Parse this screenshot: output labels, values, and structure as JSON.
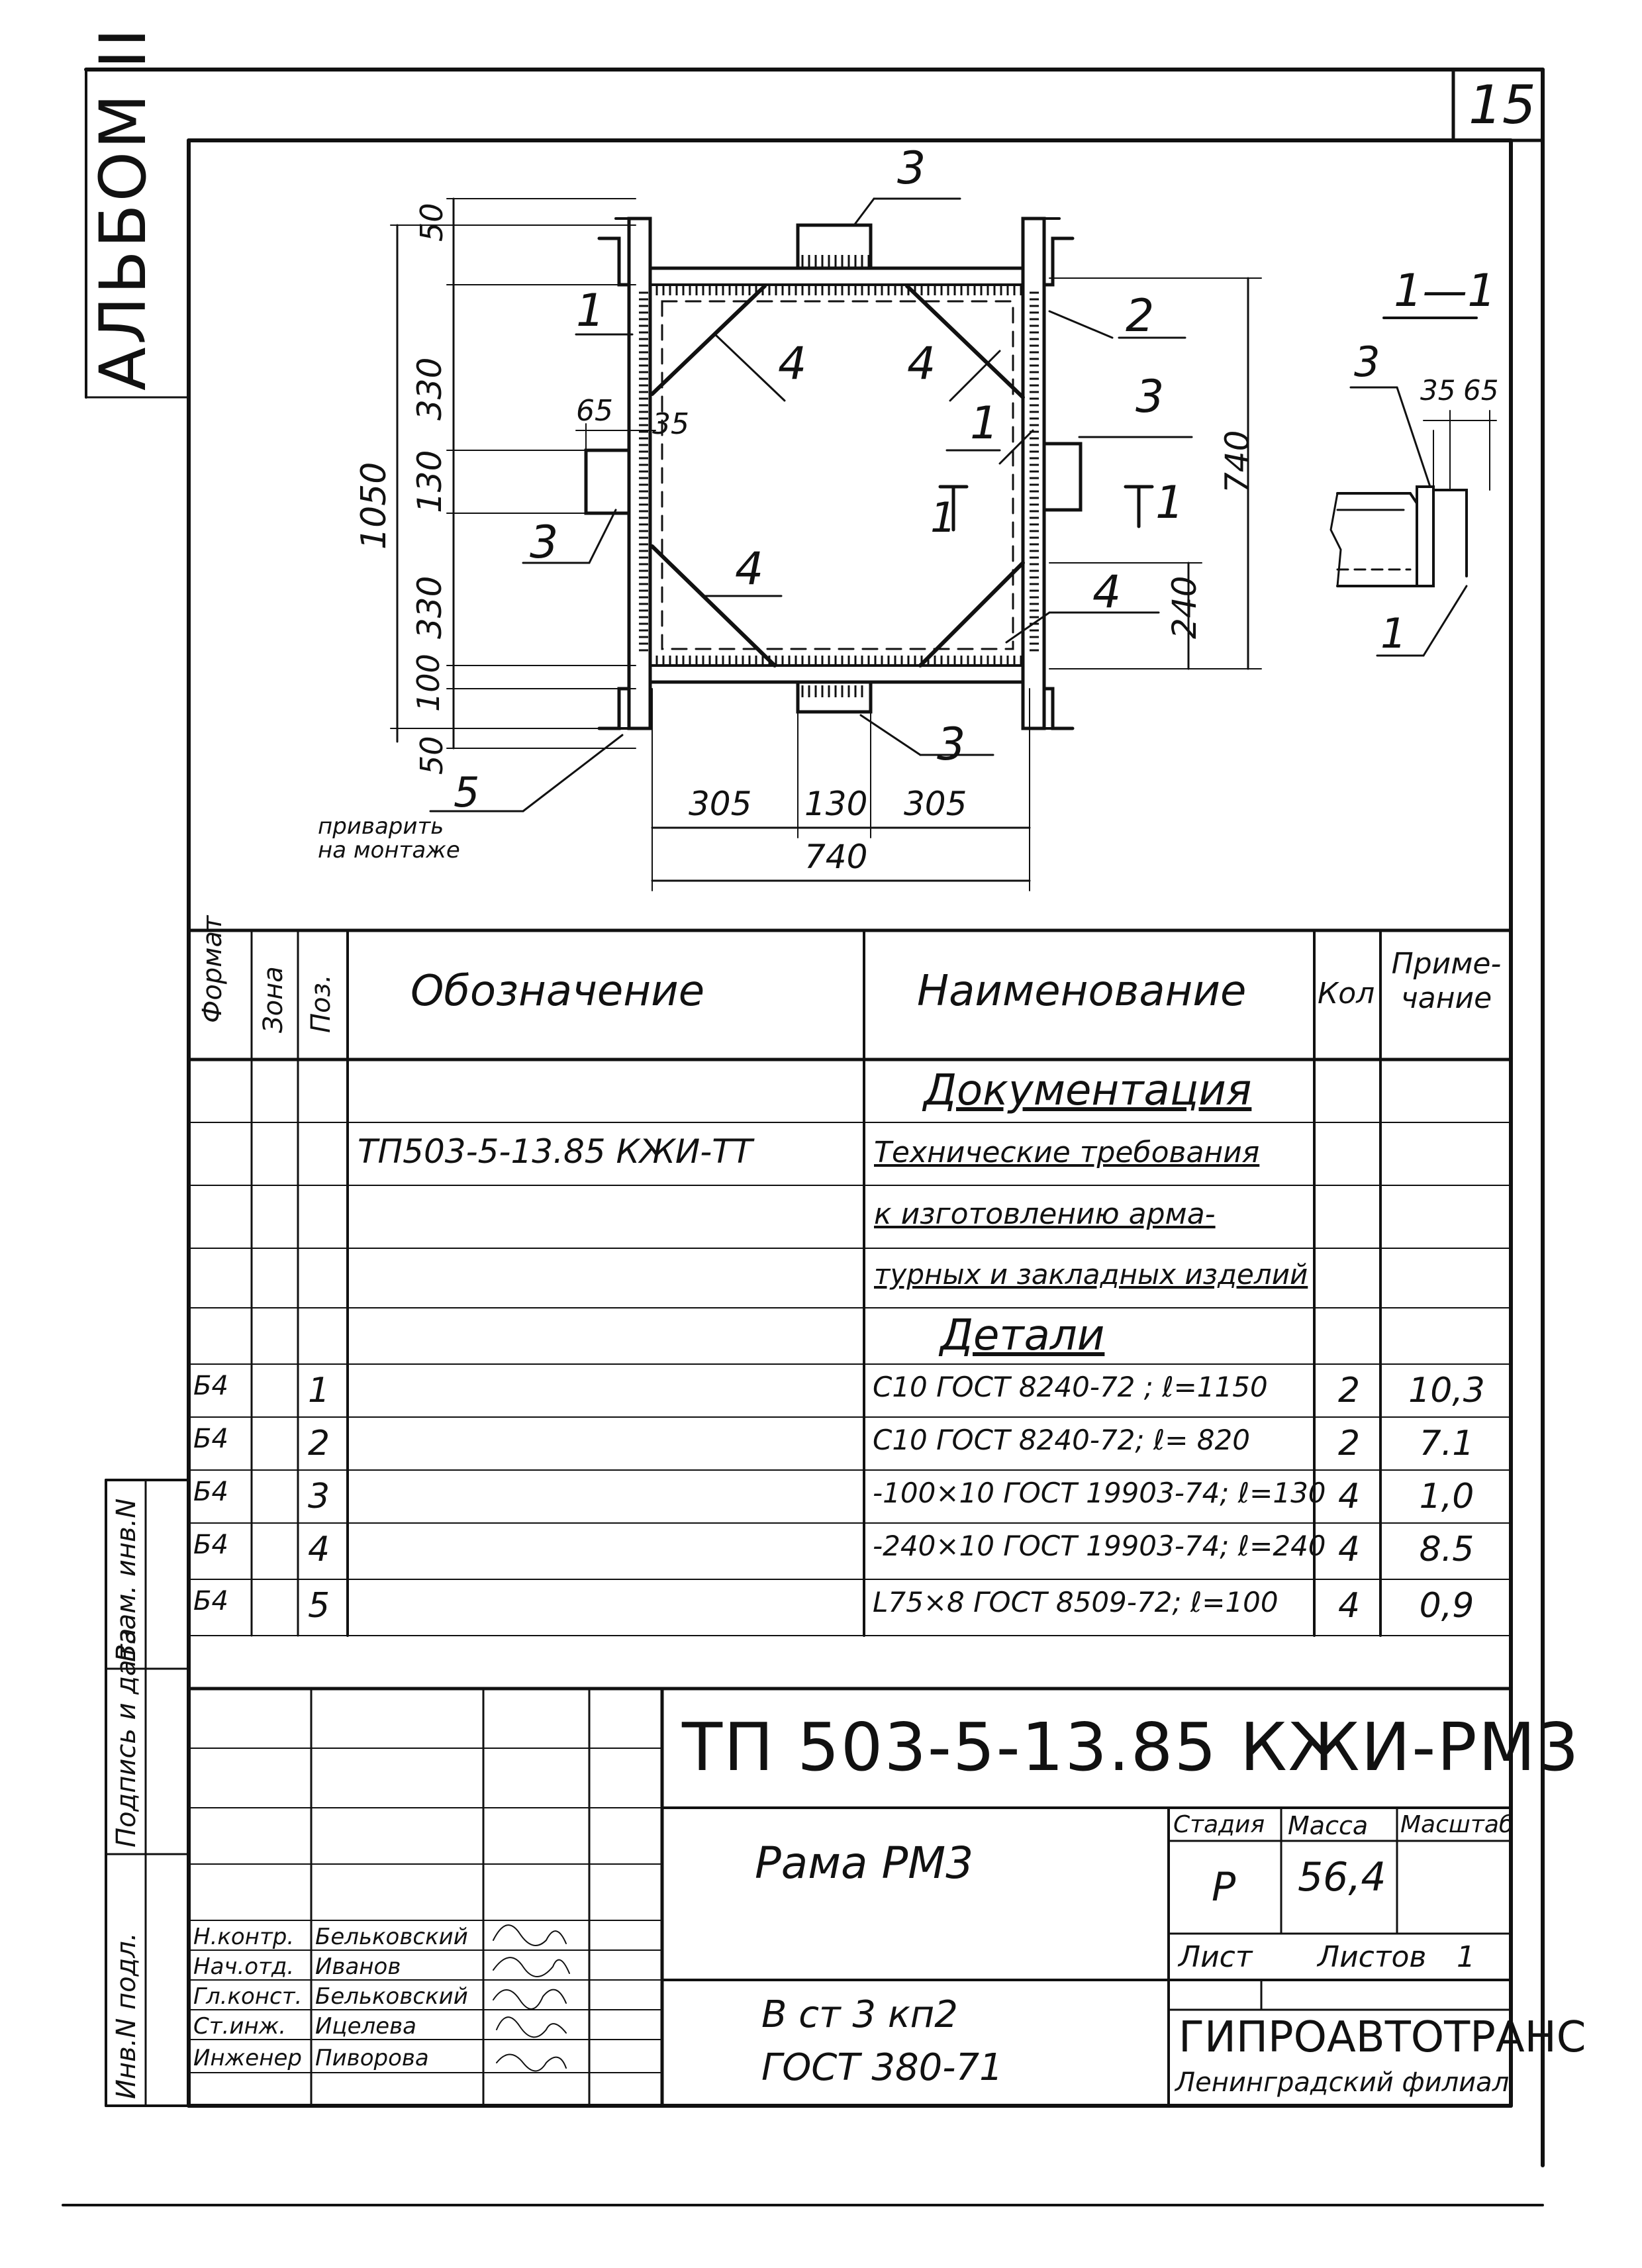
{
  "sheet_number": "15",
  "album_label": "АЛЬБОМ II",
  "drawing": {
    "labels": {
      "pos1": "1",
      "pos2": "2",
      "pos3": "3",
      "pos4": "4",
      "pos5": "5",
      "section": "1—1",
      "section_mark": "1"
    },
    "dims": {
      "d50_top": "50",
      "d330_a": "330",
      "d130_v": "130",
      "d330_b": "330",
      "d100": "100",
      "d50_bot": "50",
      "d1050": "1050",
      "d65": "65",
      "d35": "35",
      "d740_v": "740",
      "d240": "240",
      "d305_a": "305",
      "d130_h": "130",
      "d305_b": "305",
      "d740_h": "740",
      "s35": "35",
      "s65": "65"
    },
    "note_weld": "приварить на монтаже"
  },
  "spec": {
    "headers": {
      "format": "Формат",
      "zone": "Зона",
      "pos": "Поз.",
      "designation": "Обозначение",
      "name": "Наименование",
      "qty": "Кол",
      "note": "Приме-чание"
    },
    "section_docs": "Документация",
    "doc_designation": "ТП503-5-13.85   КЖИ-ТТ",
    "doc_lines": [
      "Технические требования",
      "к изготовлению арма-",
      "турных и закладных изделий"
    ],
    "section_parts": "Детали",
    "parts": [
      {
        "format": "Б4",
        "pos": "1",
        "name": "С10 ГОСТ 8240-72 ; ℓ=1150",
        "qty": "2",
        "note": "10,3"
      },
      {
        "format": "Б4",
        "pos": "2",
        "name": "С10 ГОСТ 8240-72; ℓ= 820",
        "qty": "2",
        "note": "7.1"
      },
      {
        "format": "Б4",
        "pos": "3",
        "name": "-100×10 ГОСТ 19903-74; ℓ=130",
        "qty": "4",
        "note": "1,0"
      },
      {
        "format": "Б4",
        "pos": "4",
        "name": "-240×10 ГОСТ 19903-74; ℓ=240",
        "qty": "4",
        "note": "8.5"
      },
      {
        "format": "Б4",
        "pos": "5",
        "name": "L75×8 ГОСТ 8509-72; ℓ=100",
        "qty": "4",
        "note": "0,9"
      }
    ]
  },
  "side_stamp": {
    "inv_podl": "Инв.N подл.",
    "podpis": "Подпись и дата",
    "vzam": "Взам. инв.N"
  },
  "title_block": {
    "code": "ТП 503-5-13.85   КЖИ-РМ3",
    "title": "Рама РМ3",
    "material_1": "В ст 3 кп2",
    "material_2": "ГОСТ 380-71",
    "stage_header": "Стадия",
    "mass_header": "Масса",
    "scale_header": "Масштаб",
    "stage": "Р",
    "mass": "56,4",
    "scale": "",
    "sheet_label": "Лист",
    "sheets_label": "Листов",
    "sheets_count": "1",
    "org": "ГИПРОАВТОТРАНС",
    "org_branch": "Ленинградский филиал",
    "signatures": [
      {
        "role": "Н.контр.",
        "name": "Бельковский"
      },
      {
        "role": "Нач.отд.",
        "name": "Иванов"
      },
      {
        "role": "Гл.конст.",
        "name": "Бельковский"
      },
      {
        "role": "Ст.инж.",
        "name": "Ицелева"
      },
      {
        "role": "Инженер",
        "name": "Пиворова"
      }
    ]
  }
}
